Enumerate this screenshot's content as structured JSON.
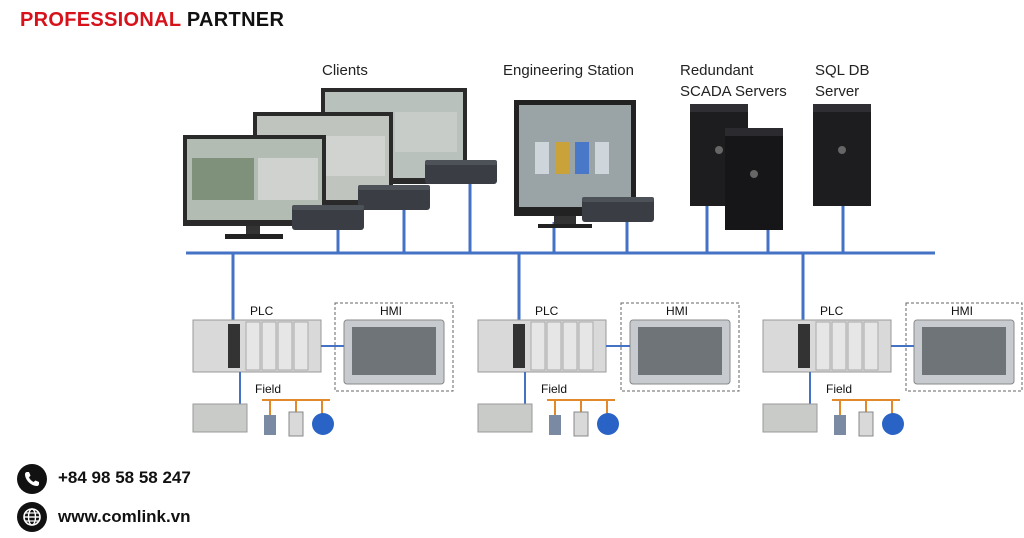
{
  "brand": {
    "word1": "PROFESSIONAL",
    "word2": "PARTNER",
    "accent": "#d7121b"
  },
  "nodes": {
    "clients": "Clients",
    "engineering": "Engineering Station",
    "scada_line1": "Redundant",
    "scada_line2": "SCADA Servers",
    "sql_line1": "SQL DB",
    "sql_line2": "Server"
  },
  "cells": [
    {
      "plc": "PLC",
      "hmi": "HMI",
      "field": "Field"
    },
    {
      "plc": "PLC",
      "hmi": "HMI",
      "field": "Field"
    },
    {
      "plc": "PLC",
      "hmi": "HMI",
      "field": "Field"
    }
  ],
  "contact": {
    "phone": "+84 98 58 58 247",
    "website": "www.comlink.vn",
    "phone_icon": "phone-icon",
    "web_icon": "globe-icon"
  },
  "colors": {
    "network": "#4472c4",
    "field_bus": "#e08a2b"
  }
}
